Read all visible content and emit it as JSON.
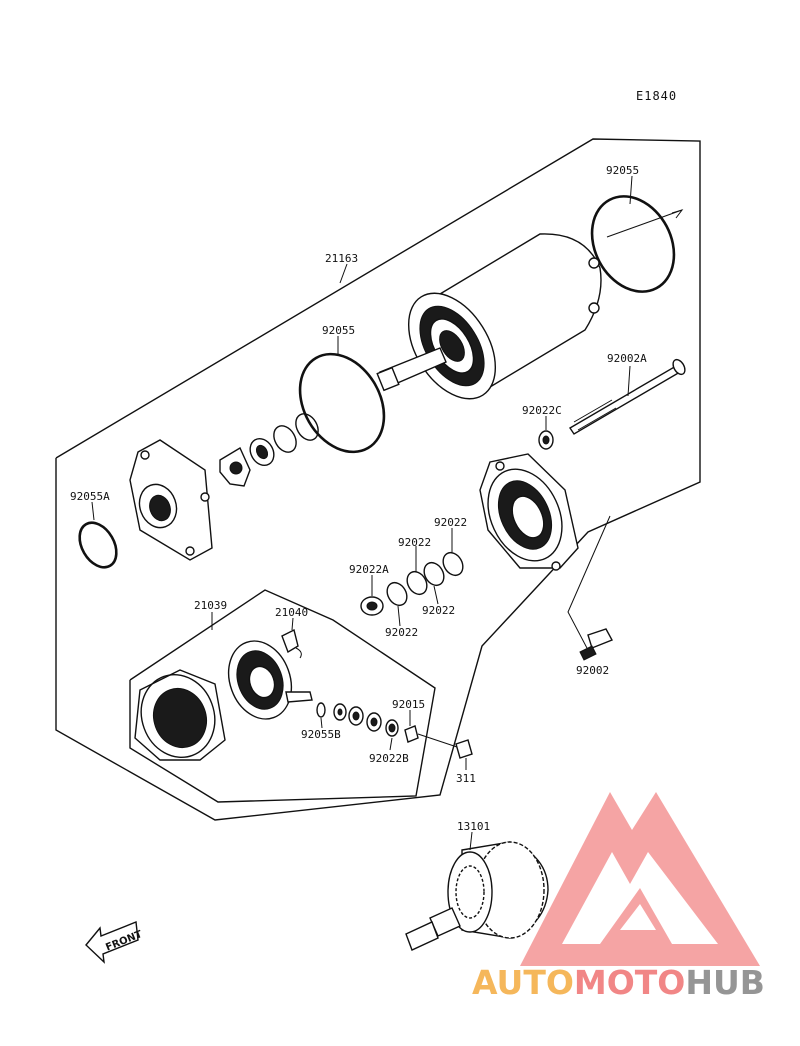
{
  "figure_code": "E1840",
  "parts": {
    "p92055_top": "92055",
    "p21163": "21163",
    "p92055_mid": "92055",
    "p92002A": "92002A",
    "p92022C": "92022C",
    "p92055A": "92055A",
    "p92022_a": "92022",
    "p92022_b": "92022",
    "p92022A": "92022A",
    "p92022_c": "92022",
    "p92022_d": "92022",
    "p21039": "21039",
    "p21040": "21040",
    "p92002": "92002",
    "p92015": "92015",
    "p92055B": "92055B",
    "p92022B": "92022B",
    "p311": "311",
    "p13101": "13101"
  },
  "front_label": "FRONT",
  "watermark": {
    "part1": "AUTO",
    "part2": "MOTO",
    "part3": "HUB",
    "color_auto": "#f5b04a",
    "color_moto": "#f07a7a",
    "color_hub": "#8a8a8a"
  }
}
